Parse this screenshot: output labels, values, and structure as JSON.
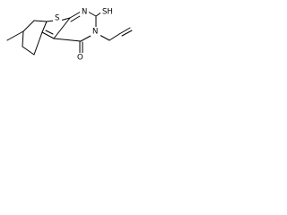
{
  "structure": {
    "atoms": {
      "thiophene_s": "S",
      "n1": "N",
      "sh": "SH",
      "n3": "N",
      "carbonyl_o": "O"
    }
  }
}
